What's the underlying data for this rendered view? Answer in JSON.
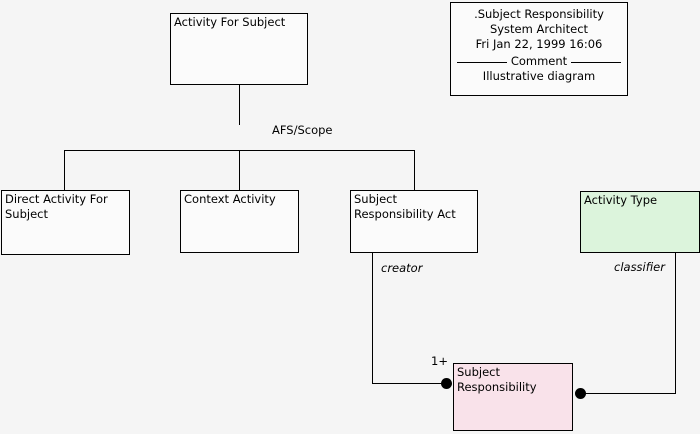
{
  "diagram": {
    "background_color": "#f5f5f5",
    "title_block": {
      "name": ".Subject Responsibility",
      "author": "System Architect",
      "timestamp": "Fri Jan 22, 1999  16:06",
      "section_label": "Comment",
      "comment": "Illustrative diagram"
    },
    "nodes": [
      {
        "id": "activity-for-subject",
        "label": "Activity For Subject",
        "fill": "#fbfbfb"
      },
      {
        "id": "direct-activity-for-subject",
        "label": "Direct Activity For\nSubject",
        "fill": "#fbfbfb"
      },
      {
        "id": "context-activity",
        "label": "Context Activity",
        "fill": "#fbfbfb"
      },
      {
        "id": "subject-responsibility-act",
        "label": "Subject\nResponsibility Act",
        "fill": "#fbfbfb"
      },
      {
        "id": "activity-type",
        "label": "Activity Type",
        "fill": "#dcf4dc"
      },
      {
        "id": "subject-responsibility",
        "label": "Subject\nResponsibility",
        "fill": "#f9e2ea"
      }
    ],
    "edge_labels": {
      "generalization": "AFS/Scope",
      "creator": "creator",
      "classifier": "classifier",
      "multiplicity": "1+"
    }
  }
}
